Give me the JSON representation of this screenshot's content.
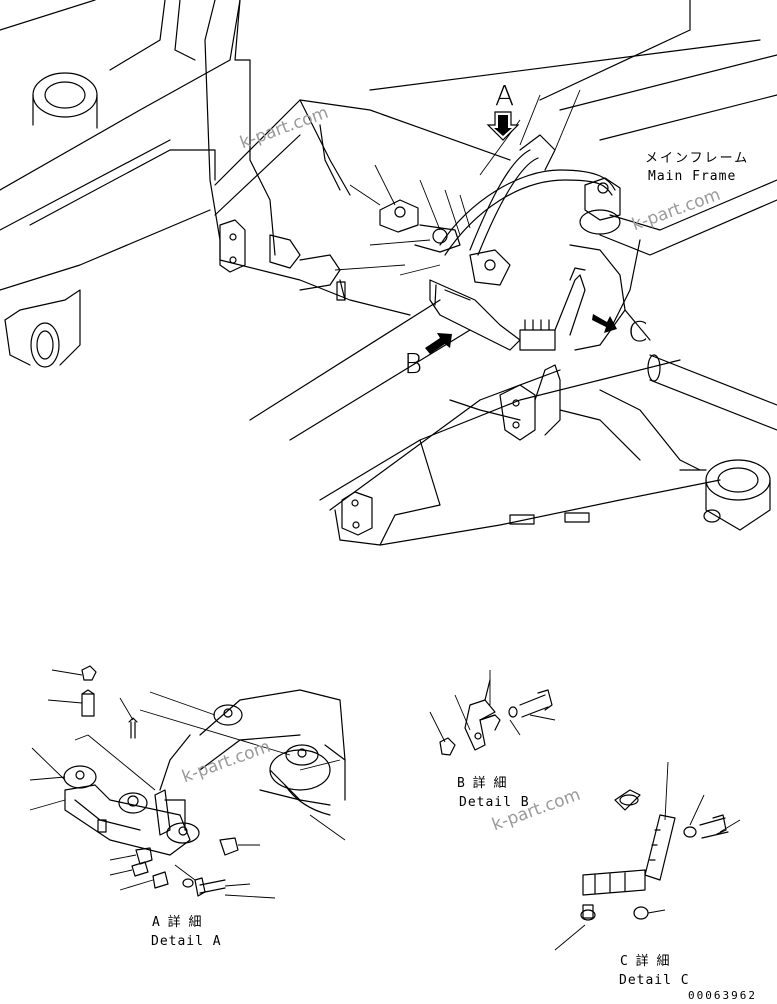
{
  "labels": {
    "view_a": "A",
    "view_b": "B",
    "view_c": "C",
    "main_frame_jp": "メインフレーム",
    "main_frame_en": "Main Frame",
    "detail_a_jp": "A 詳 細",
    "detail_a_en": "Detail A",
    "detail_b_jp": "B 詳 細",
    "detail_b_en": "Detail B",
    "detail_c_jp": "C 詳 細",
    "detail_c_en": "Detail C",
    "drawing_number": "00063962"
  },
  "watermarks": [
    "k-part.com",
    "k-part.com",
    "k-part.com",
    "k-part.com"
  ]
}
